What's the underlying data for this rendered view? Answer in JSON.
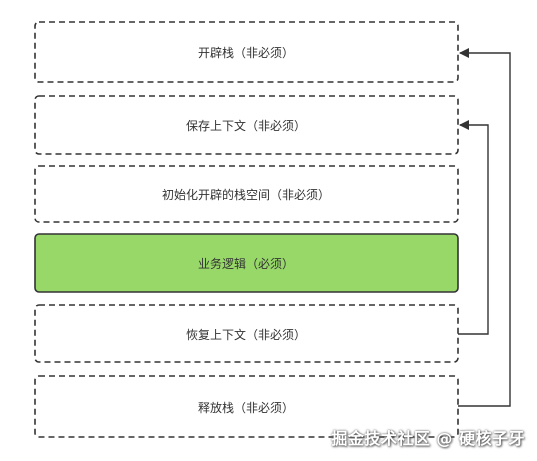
{
  "steps": [
    {
      "id": "open-stack",
      "label": "开辟栈（非必须）",
      "highlight": false
    },
    {
      "id": "save-context",
      "label": "保存上下文（非必须）",
      "highlight": false
    },
    {
      "id": "init-stack",
      "label": "初始化开辟的栈空间（非必须）",
      "highlight": false
    },
    {
      "id": "business-logic",
      "label": "业务逻辑（必须）",
      "highlight": true
    },
    {
      "id": "restore-context",
      "label": "恢复上下文（非必须）",
      "highlight": false
    },
    {
      "id": "release-stack",
      "label": "释放栈（非必须）",
      "highlight": false
    }
  ],
  "connectors": [
    {
      "from": "restore-context",
      "to": "save-context"
    },
    {
      "from": "release-stack",
      "to": "open-stack"
    }
  ],
  "colors": {
    "highlight_fill": "#97d869",
    "box_border": "#333333",
    "arrow": "#333333"
  },
  "watermark": "掘金技术社区 @ 硬核子牙"
}
